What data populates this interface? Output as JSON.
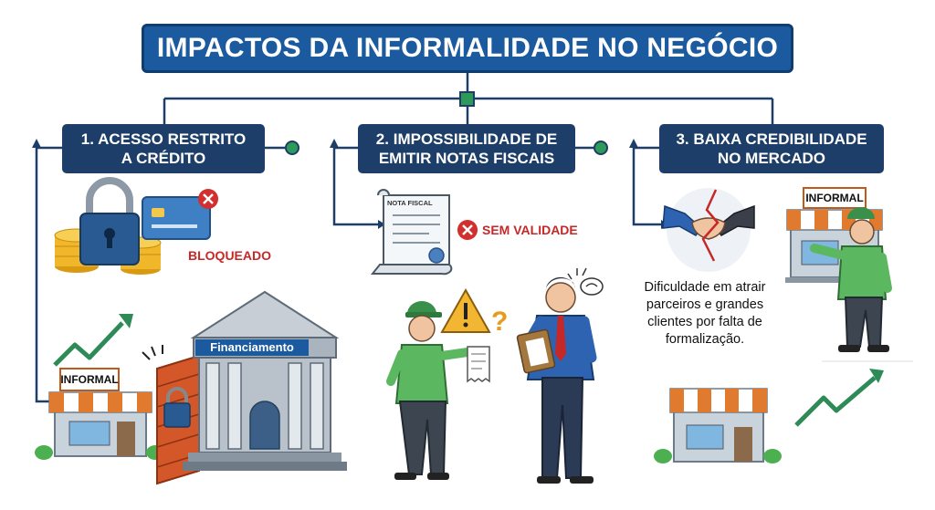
{
  "title": "IMPACTOS DA INFORMALIDADE NO NEGÓCIO",
  "sections": [
    {
      "number": "1.",
      "heading_line1": "ACESSO RESTRITO",
      "heading_line2": "A CRÉDITO"
    },
    {
      "number": "2.",
      "heading_line1": "IMPOSSIBILIDADE DE",
      "heading_line2": "EMITIR NOTAS FISCAIS"
    },
    {
      "number": "3.",
      "heading_line1": "BAIXA CREDIBILIDADE",
      "heading_line2": "NO MERCADO"
    }
  ],
  "labels": {
    "bloqueado": "BLOQUEADO",
    "nota_fiscal": "NOTA FISCAL",
    "sem_validade": "SEM VALIDADE",
    "financiamento": "Financiamento",
    "informal_left": "INFORMAL",
    "informal_right": "INFORMAL"
  },
  "description": {
    "line1": "Dificuldade em atrair",
    "line2": "parceiros e grandes",
    "line3": "clientes por falta de",
    "line4": "formalização."
  },
  "colors": {
    "header_blue": "#1c3e68",
    "title_blue": "#1b5a9e",
    "connector_green": "#2e9a5a",
    "alert_red": "#c62828",
    "trend_green": "#2e8b57"
  }
}
